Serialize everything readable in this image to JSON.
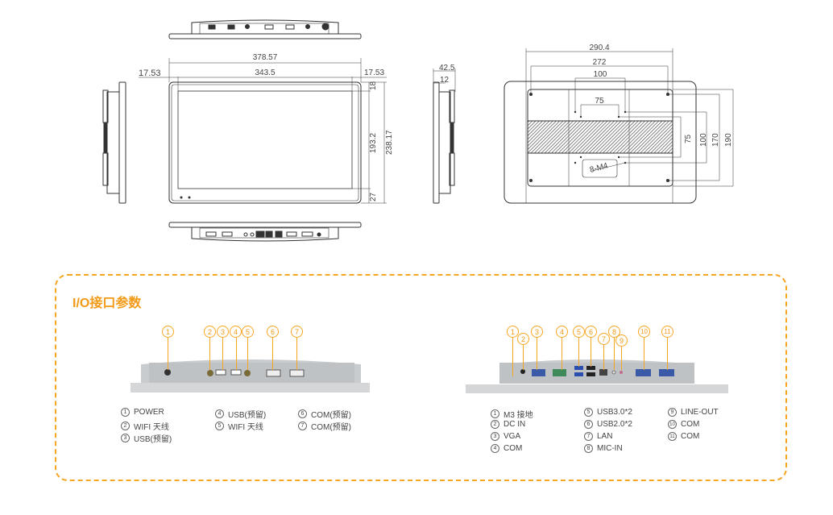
{
  "drawing": {
    "front_view": {
      "overall_width": "378.57",
      "screen_width": "343.5",
      "left_margin": "17.53",
      "right_margin": "17.53",
      "overall_height": "238.17",
      "screen_height": "193.2",
      "top_bezel": "18",
      "bottom_bezel": "27"
    },
    "side_view": {
      "depth": "42.5",
      "panel_thickness": "12"
    },
    "back_view": {
      "width_outer": "290.4",
      "hole_span_x": "272",
      "vesa_100_x": "100",
      "vesa_75_x": "75",
      "vesa_75_y": "75",
      "vesa_100_y": "100",
      "hole_span_y": "170",
      "height_outer": "190",
      "screw_label": "8-M4"
    }
  },
  "io": {
    "title": "I/O接口参数",
    "accent_color": "#f5a623",
    "left_panel": {
      "callouts": [
        "1",
        "2",
        "3",
        "4",
        "5",
        "6",
        "7"
      ],
      "legend": [
        {
          "n": "1",
          "label": "POWER"
        },
        {
          "n": "2",
          "label": "WIFI 天线"
        },
        {
          "n": "3",
          "label": "USB(预留)"
        },
        {
          "n": "4",
          "label": "USB(预留)"
        },
        {
          "n": "5",
          "label": "WIFI 天线"
        },
        {
          "n": "6",
          "label": "COM(预留)"
        },
        {
          "n": "7",
          "label": "COM(预留)"
        }
      ]
    },
    "right_panel": {
      "callouts": [
        "1",
        "2",
        "3",
        "4",
        "5",
        "6",
        "7",
        "8",
        "9",
        "10",
        "11"
      ],
      "legend": [
        {
          "n": "1",
          "label": "M3 接地"
        },
        {
          "n": "2",
          "label": "DC IN"
        },
        {
          "n": "3",
          "label": "VGA"
        },
        {
          "n": "4",
          "label": "COM"
        },
        {
          "n": "5",
          "label": "USB3.0*2"
        },
        {
          "n": "6",
          "label": "USB2.0*2"
        },
        {
          "n": "7",
          "label": "LAN"
        },
        {
          "n": "8",
          "label": "MIC-IN"
        },
        {
          "n": "9",
          "label": "LINE-OUT"
        },
        {
          "n": "10",
          "label": "COM"
        },
        {
          "n": "11",
          "label": "COM"
        }
      ]
    }
  }
}
